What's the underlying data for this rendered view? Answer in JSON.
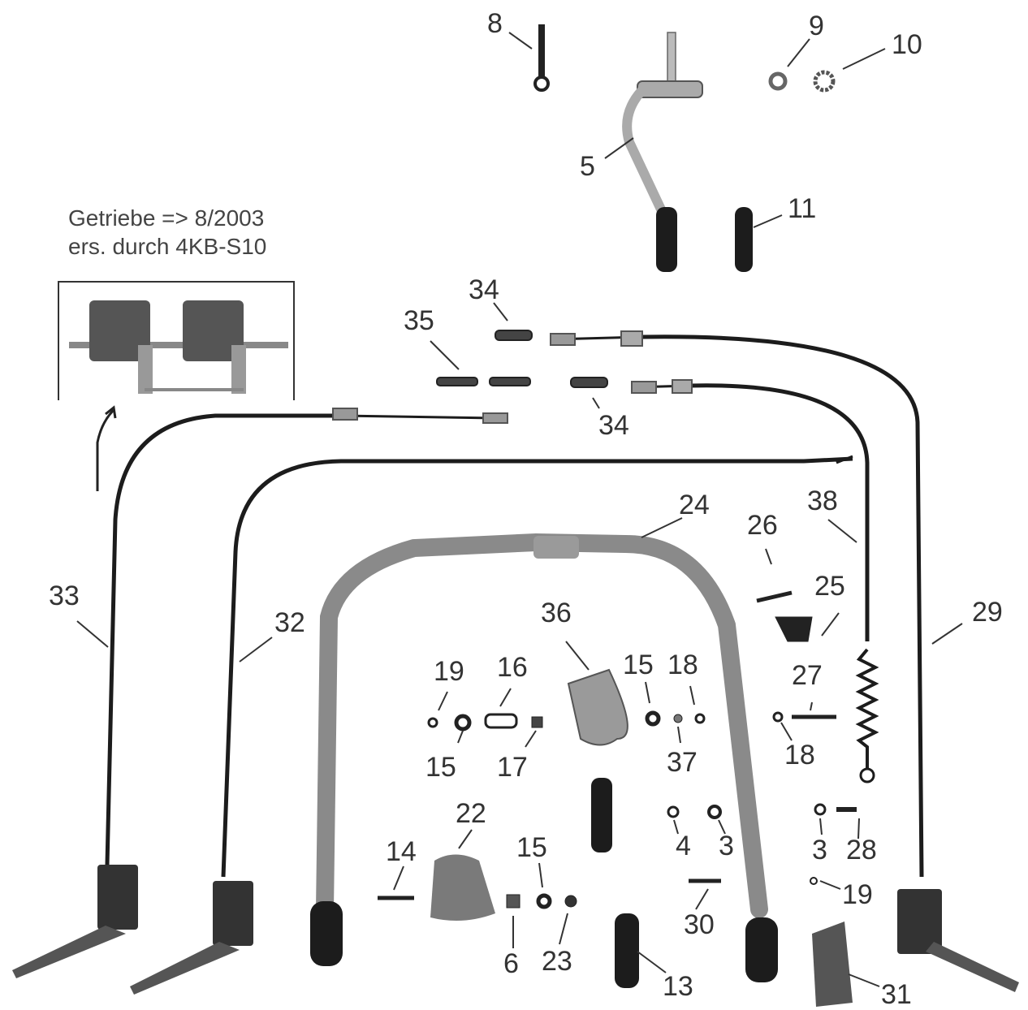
{
  "note": {
    "line1": "Getriebe => 8/2003",
    "line2": "ers. durch 4KB-S10"
  },
  "labels": {
    "l8": "8",
    "l9": "9",
    "l10": "10",
    "l5": "5",
    "l11": "11",
    "l34a": "34",
    "l35": "35",
    "l34b": "34",
    "l24": "24",
    "l26": "26",
    "l38": "38",
    "l25": "25",
    "l33": "33",
    "l32": "32",
    "l29": "29",
    "l36": "36",
    "l19a": "19",
    "l16": "16",
    "l15a": "15",
    "l18a": "18",
    "l27": "27",
    "l15b": "15",
    "l17": "17",
    "l37": "37",
    "l18b": "18",
    "l22": "22",
    "l14": "14",
    "l15c": "15",
    "l4": "4",
    "l3a": "3",
    "l3b": "3",
    "l28": "28",
    "l19b": "19",
    "l30": "30",
    "l6": "6",
    "l23": "23",
    "l13": "13",
    "l31": "31"
  },
  "colors": {
    "frame": "#8a8a8a",
    "dark": "#1c1c1c",
    "metal": "#bdbdbd",
    "leader": "#333333"
  }
}
